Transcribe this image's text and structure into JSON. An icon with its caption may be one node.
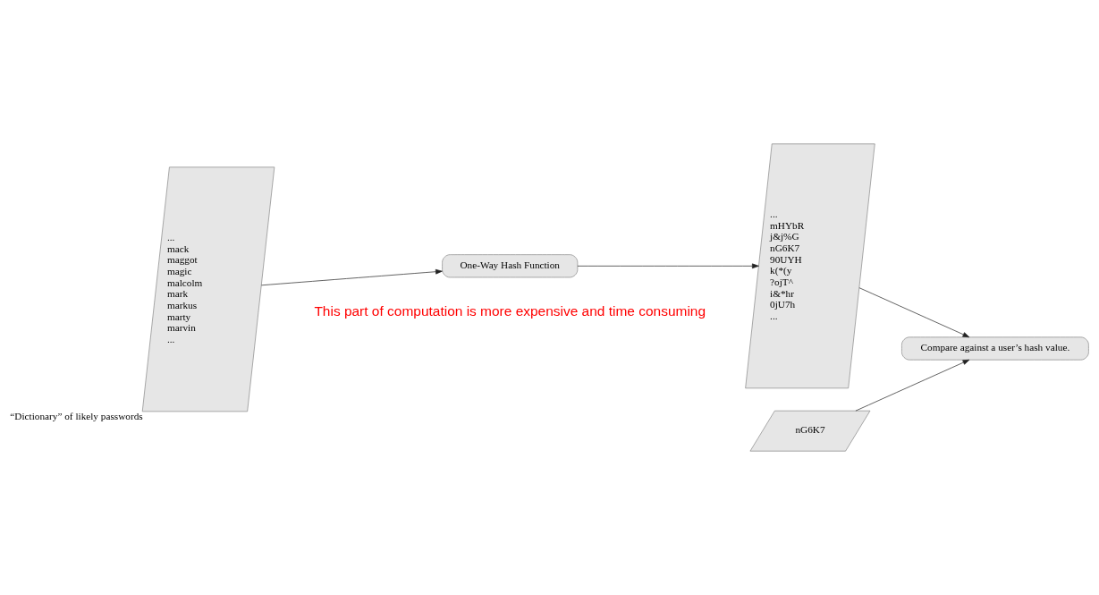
{
  "diagram": {
    "nodes": [
      {
        "text": [
          "...",
          "mack",
          "maggot",
          "magic",
          "malcolm",
          "mark",
          "markus",
          "marty",
          "marvin",
          "..."
        ],
        "beside": [
          "“Dictionary” of likely passwords"
        ]
      },
      {
        "text": [
          "One-Way Hash Function"
        ]
      },
      {
        "text": [
          "...",
          "mHYbR",
          "j&j%G",
          "nG6K7",
          "90UYH",
          "k(*(y",
          "?ojT^",
          "i&*hr",
          "0jU7h",
          "..."
        ]
      },
      {
        "text": [
          "Compare against a user’s hash value."
        ]
      },
      {
        "text": [
          "nG6K7"
        ]
      }
    ],
    "edges": [
      {
        "from": 0,
        "to": 1,
        "arrow": "to"
      },
      {
        "from": 1,
        "to": 2,
        "arrow": "to"
      },
      {
        "from": 2,
        "to": 3,
        "arrow": "to"
      },
      {
        "from": 4,
        "to": 3,
        "arrow": "to"
      }
    ],
    "labels": [
      "This part of computation is more expensive and time consuming"
    ]
  }
}
